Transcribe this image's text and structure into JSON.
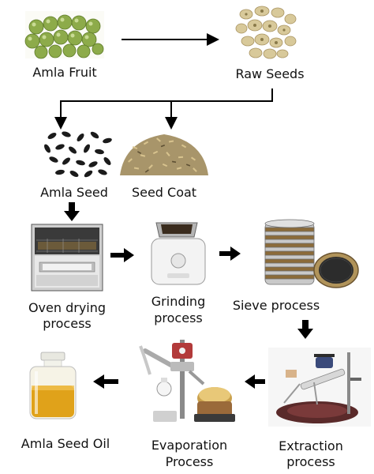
{
  "steps": {
    "amla_fruit": "Amla Fruit",
    "raw_seeds": "Raw Seeds",
    "amla_seed": "Amla Seed",
    "seed_coat": "Seed Coat",
    "oven_drying": [
      "Oven drying",
      "process"
    ],
    "grinding": [
      "Grinding",
      "process"
    ],
    "sieve": "Sieve process",
    "extraction": [
      "Extraction",
      "process"
    ],
    "evaporation": [
      "Evaporation",
      "Process"
    ],
    "amla_seed_oil": "Amla Seed Oil"
  },
  "colors": {
    "arrow": "#000000",
    "fruit_green": "#8dab4a",
    "seed_tan": "#d8c99a",
    "seed_black": "#1b1b1b",
    "oil_yellow": "#e0a21a"
  }
}
